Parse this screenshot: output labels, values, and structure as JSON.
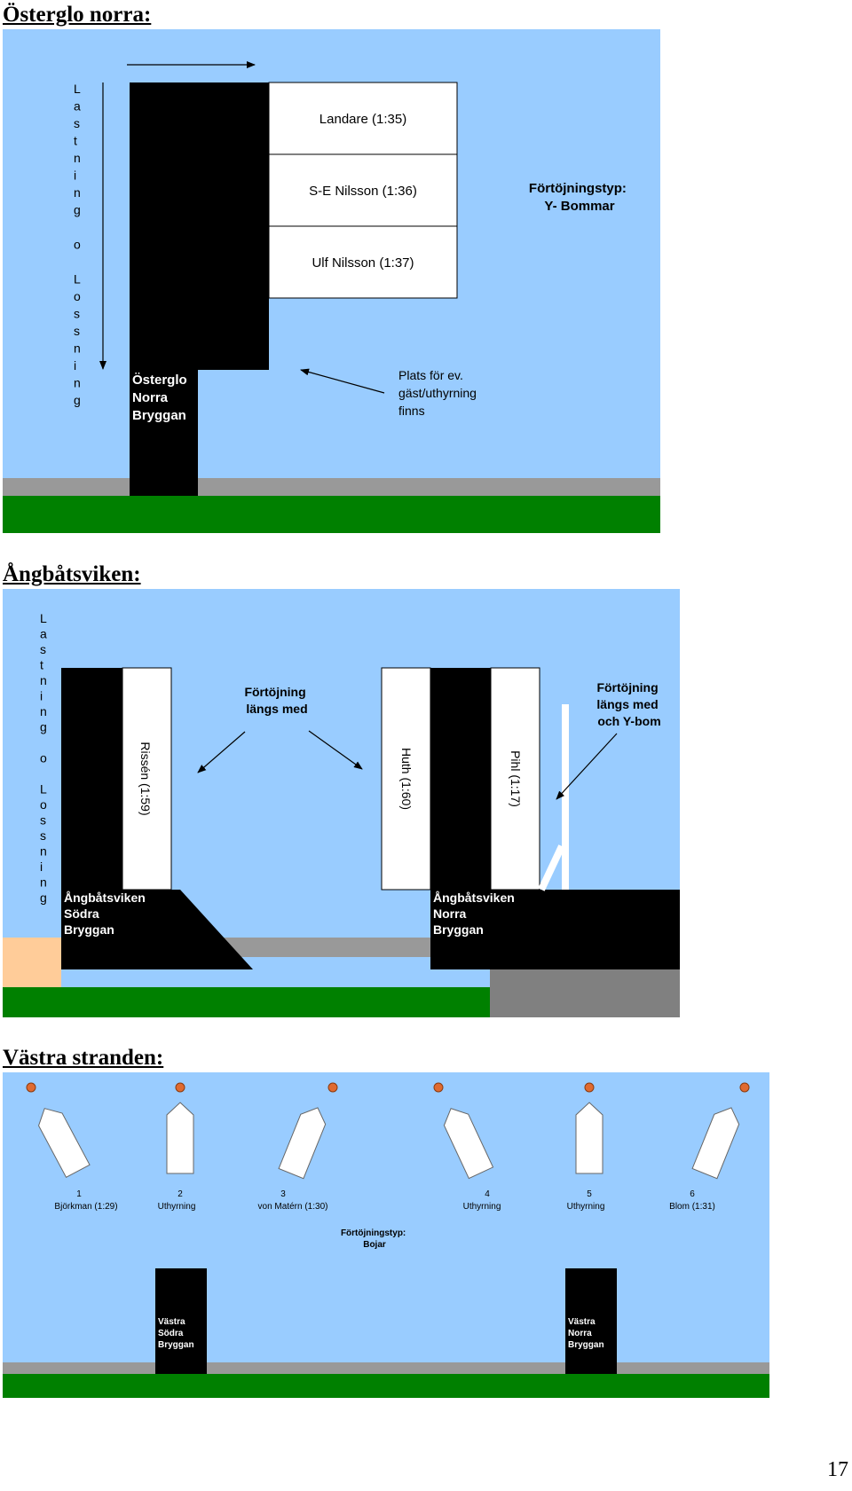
{
  "section1": {
    "heading": "Österglo norra:",
    "vertical_label": "Lastning o Lossning",
    "berths": [
      "Landare (1:35)",
      "S-E Nilsson (1:36)",
      "Ulf Nilsson (1:37)"
    ],
    "pier_name": [
      "Österglo",
      "Norra",
      "Bryggan"
    ],
    "mooring_type": [
      "Förtöjningstyp:",
      "Y- Bommar"
    ],
    "guest_note": [
      "Plats för ev.",
      "gäst/uthyrning",
      "finns"
    ]
  },
  "section2": {
    "heading": "Ångbåtsviken:",
    "vertical_label": "Lastning o Lossning",
    "berth_left": "Rissén (1:59)",
    "berth_mid": "Huth (1:60)",
    "berth_right": "Pihl (1:17)",
    "annot_alongside": [
      "Förtöjning",
      "längs med"
    ],
    "annot_alongside_y": [
      "Förtöjning",
      "längs med",
      "och Y-bom"
    ],
    "pier_south": [
      "Ångbåtsviken",
      "Södra",
      "Bryggan"
    ],
    "pier_north": [
      "Ångbåtsviken",
      "Norra",
      "Bryggan"
    ]
  },
  "section3": {
    "heading": "Västra stranden:",
    "boats": [
      {
        "number": "1",
        "name": "Björkman (1:29)"
      },
      {
        "number": "2",
        "name": "Uthyrning"
      },
      {
        "number": "3",
        "name": "von Matérn (1:30)"
      },
      {
        "number": "4",
        "name": "Uthyrning"
      },
      {
        "number": "5",
        "name": "Uthyrning"
      },
      {
        "number": "6",
        "name": "Blom (1:31)"
      }
    ],
    "mooring_type": [
      "Förtöjningstyp:",
      "Bojar"
    ],
    "pier_south": [
      "Västra",
      "Södra",
      "Bryggan"
    ],
    "pier_north": [
      "Västra",
      "Norra",
      "Bryggan"
    ]
  },
  "page_number": "17",
  "colors": {
    "water": "#99ccff",
    "pier": "#000000",
    "grass": "#008000",
    "road": "#999999",
    "sand": "#ffcc99",
    "buoy": "#e06a30"
  }
}
